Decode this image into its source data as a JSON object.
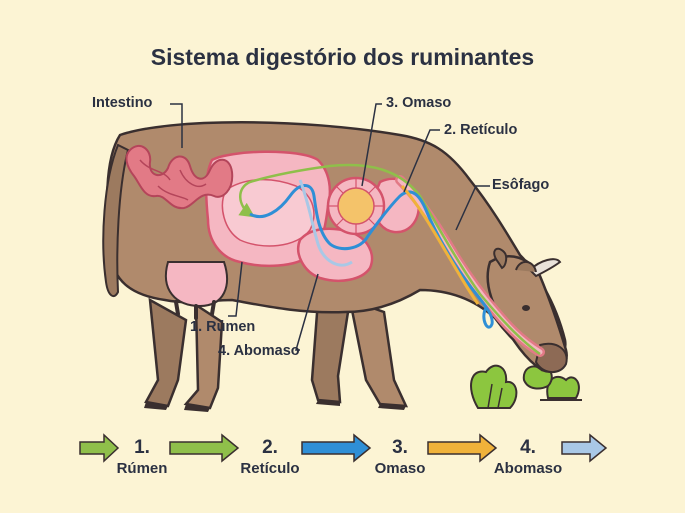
{
  "title": "Sistema digestório dos ruminantes",
  "labels": {
    "intestine": "Intestino",
    "omasum": "3. Omaso",
    "reticulum": "2. Retículo",
    "esophagus": "Esôfago",
    "rumen": "1. Rúmen",
    "abomasum": "4. Abomaso"
  },
  "steps": [
    {
      "number": "1.",
      "name": "Rúmen",
      "color": "#8fbf4a"
    },
    {
      "number": "2.",
      "name": "Retículo",
      "color": "#8fbf4a"
    },
    {
      "number": "3.",
      "name": "Omaso",
      "color": "#2f8fd6"
    },
    {
      "number": "4.",
      "name": "Abomaso",
      "color": "#f0b23a"
    }
  ],
  "final_arrow_color": "#a9c8e6",
  "colors": {
    "background": "#fcf4d4",
    "cow_body": "#b08a6c",
    "cow_outline": "#3a2f2f",
    "organ_pink": "#f5b7c2",
    "organ_outline": "#d4536b",
    "intestine": "#e27a86"
  }
}
